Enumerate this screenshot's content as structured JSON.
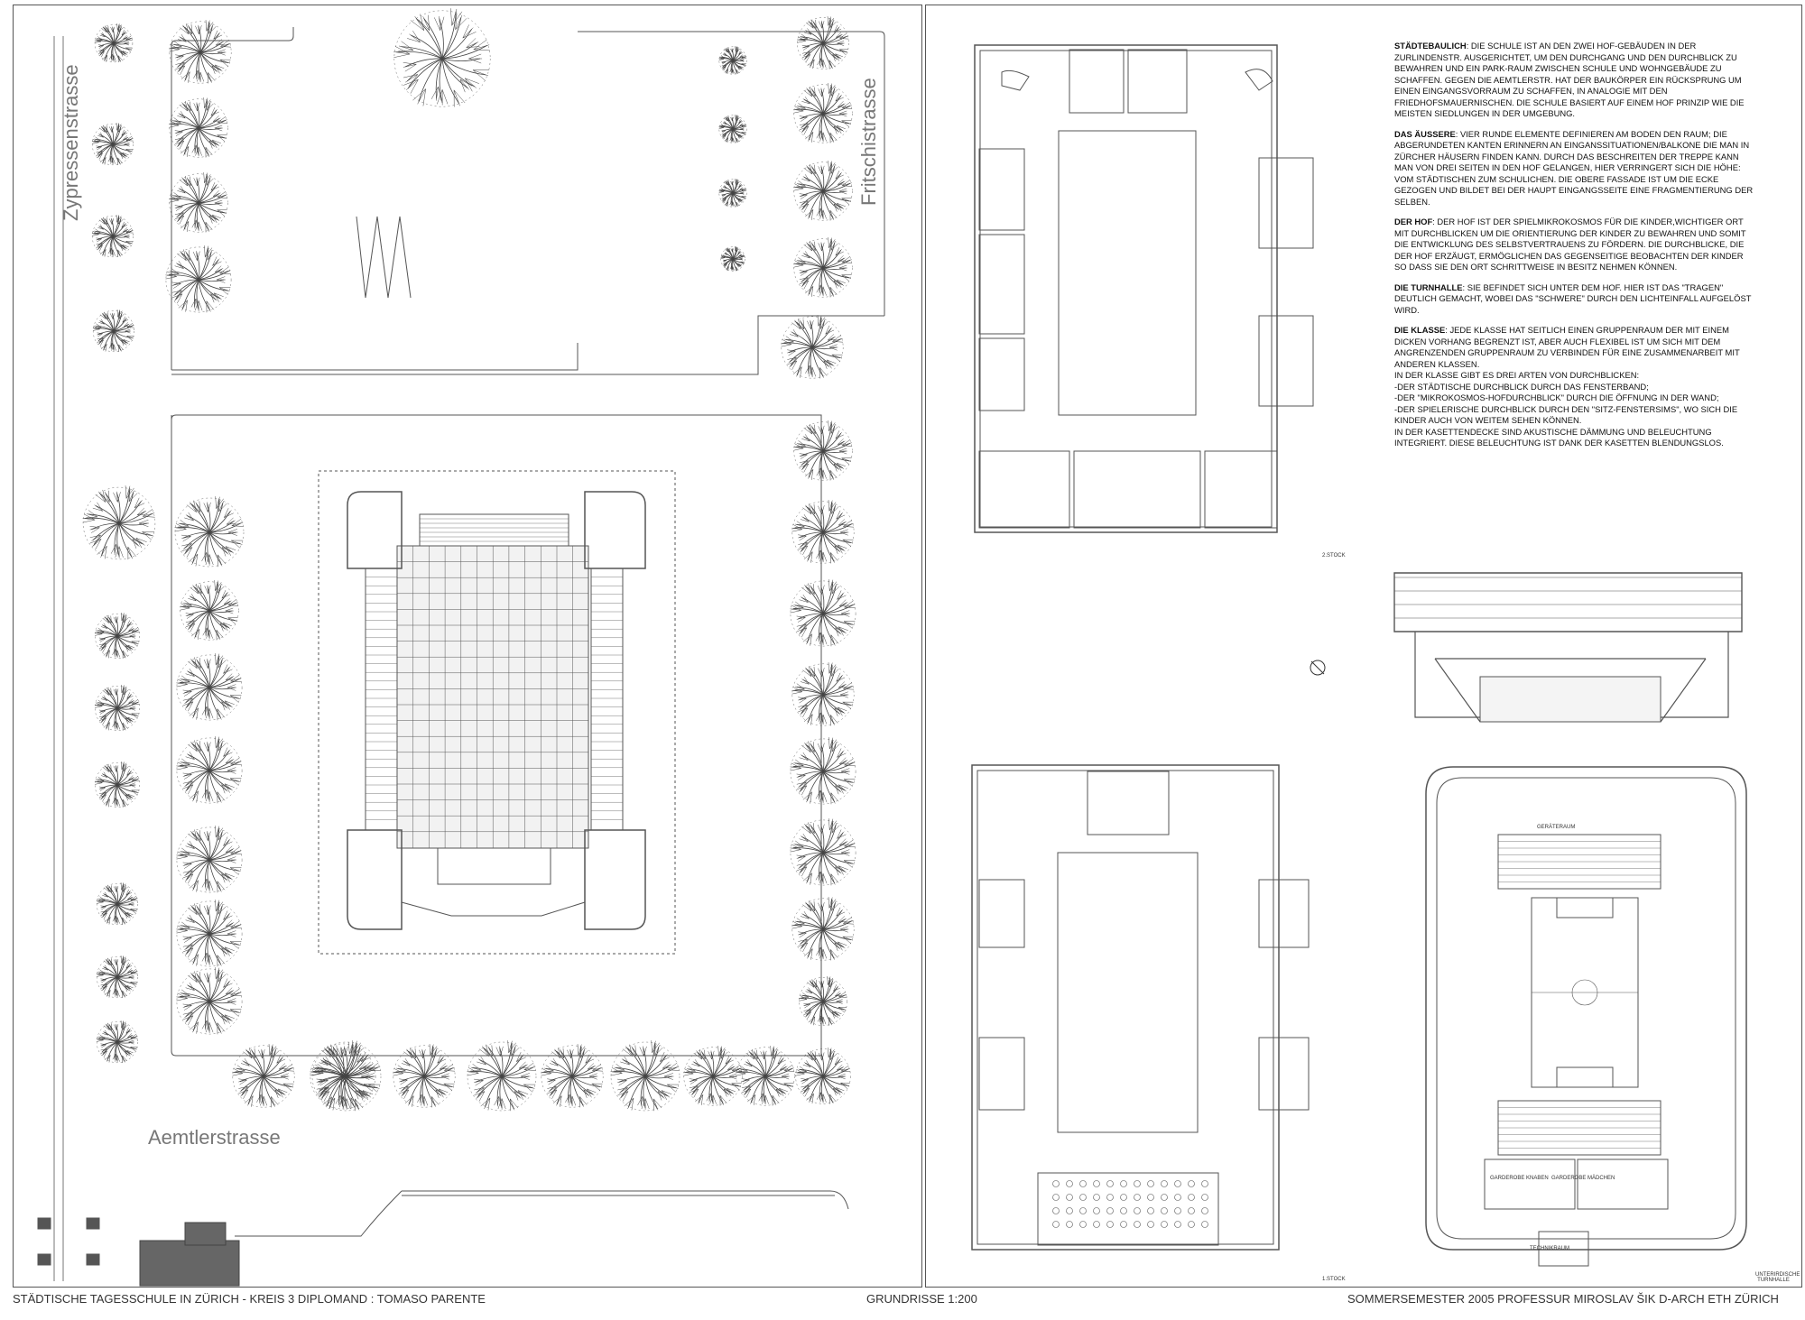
{
  "streets": {
    "zypressen": "Zypressenstrasse",
    "fritschi": "Fritschistrasse",
    "aemtler": "Aemtlerstrasse"
  },
  "footer": {
    "left": "STÄDTISCHE TAGESSCHULE IN ZÜRICH - KREIS 3   DIPLOMAND : TOMASO PARENTE",
    "scale": "GRUNDRISSE    1:200",
    "right": "SOMMERSEMESTER 2005   PROFESSUR MIROSLAV ŠIK   D-ARCH ETH ZÜRICH"
  },
  "description": {
    "staedtebau": {
      "head": "STÄDTEBAULICH",
      "body": ": DIE SCHULE IST AN DEN ZWEI HOF-GEBÄUDEN IN DER ZURLINDENSTR. AUSGERICHTET, UM DEN DURCHGANG UND DEN DURCHBLICK ZU BEWAHREN UND EIN PARK-RAUM ZWISCHEN SCHULE UND WOHNGEBÄUDE ZU SCHAFFEN.  GEGEN DIE AEMTLERSTR. HAT DER BAUKÖRPER EIN RÜCKSPRUNG UM EINEN EINGANGSVORRAUM ZU SCHAFFEN, IN ANALOGIE MIT DEN FRIEDHOFSMAUERNISCHEN.  DIE SCHULE BASIERT AUF EINEM HOF PRINZIP WIE DIE MEISTEN SIEDLUNGEN IN DER UMGEBUNG."
    },
    "aeussere": {
      "head": "DAS ÄUSSERE",
      "body": ": VIER RUNDE ELEMENTE DEFINIEREN AM BODEN DEN RAUM; DIE ABGERUNDETEN KANTEN ERINNERN AN EINGANSSITUATIONEN/BALKONE DIE MAN IN ZÜRCHER HÄUSERN FINDEN KANN. DURCH DAS BESCHREITEN DER TREPPE KANN MAN VON DREI SEITEN IN DEN HOF GELANGEN, HIER VERRINGERT SICH DIE HÖHE: VOM STÄDTISCHEN ZUM SCHULICHEN.  DIE OBERE FASSADE IST UM DIE ECKE GEZOGEN UND BILDET BEI DER HAUPT EINGANGSSEITE EINE FRAGMENTIERUNG DER SELBEN."
    },
    "hof": {
      "head": "DER HOF",
      "body": ": DER HOF IST DER SPIELMIKROKOSMOS FÜR DIE KINDER,WICHTIGER ORT MIT DURCHBLICKEN UM DIE ORIENTIERUNG DER KINDER ZU BEWAHREN UND SOMIT DIE ENTWICKLUNG DES SELBSTVERTRAUENS ZU FÖRDERN.  DIE DURCHBLICKE, DIE DER HOF ERZÄUGT, ERMÖGLICHEN DAS GEGENSEITIGE BEOBACHTEN DER KINDER SO DASS SIE DEN ORT SCHRITTWEISE IN BESITZ NEHMEN KÖNNEN."
    },
    "turnhalle": {
      "head": "DIE TURNHALLE",
      "body": ":  SIE BEFINDET SICH UNTER DEM HOF.  HIER IST DAS \"TRAGEN\" DEUTLICH GEMACHT, WOBEI DAS \"SCHWERE\" DURCH DEN LICHTEINFALL AUFGELÖST WIRD."
    },
    "klasse": {
      "head": "DIE KLASSE",
      "body": ": JEDE KLASSE HAT SEITLICH EINEN GRUPPENRAUM DER MIT EINEM DICKEN VORHANG BEGRENZT IST, ABER AUCH FLEXIBEL IST UM SICH MIT DEM ANGRENZENDEN GRUPPENRAUM ZU VERBINDEN FÜR EINE ZUSAMMENARBEIT MIT ANDEREN KLASSEN.",
      "lines": [
        "IN DER KLASSE GIBT ES DREI ARTEN VON DURCHBLICKEN:",
        "-DER STÄDTISCHE DURCHBLICK  DURCH DAS FENSTERBAND;",
        "-DER \"MIKROKOSMOS-HOFDURCHBLICK\"  DURCH DIE ÖFFNUNG  IN DER WAND;",
        "-DER SPIELERISCHE DURCHBLICK  DURCH DEN \"SITZ-FENSTERSIMS\",  WO SICH DIE KINDER AUCH VON WEITEM SEHEN KÖNNEN.",
        "IN DER KASETTENDECKE SIND AKUSTISCHE DÄMMUNG UND BELEUCHTUNG INTEGRIERT. DIESE BELEUCHTUNG IST DANK DER KASETTEN BLENDUNGSLOS."
      ]
    }
  },
  "plan_labels": {
    "second_floor": "2.STOCK",
    "first_floor": "1.STOCK",
    "basement": "UNTERIRDISCHE TURNHALLE",
    "technik": "TECHNIKRAUM",
    "garderobe_m": "GARDEROBE KNABEN",
    "garderobe_f": "GARDEROBE MÄDCHEN",
    "geraeteraum": "GERÄTERAUM"
  },
  "colors": {
    "line": "#555555",
    "tree": "#444444"
  }
}
